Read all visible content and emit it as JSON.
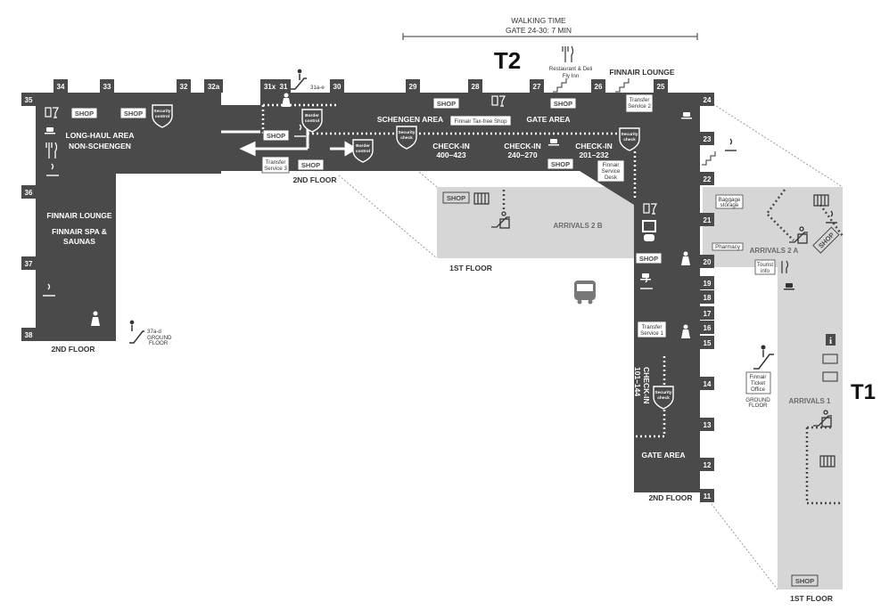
{
  "colors": {
    "terminal": "#4a4a4a",
    "arrivals": "#d6d6d6",
    "label_white": "#ffffff"
  },
  "walking": {
    "title": "WALKING TIME",
    "value": "GATE 24-30: 7 MIN"
  },
  "terminals": {
    "t2": "T2",
    "t1": "T1"
  },
  "restaurant": {
    "line1": "Restaurant & Deli",
    "line2": "Fly Inn",
    "icon": "fork-knife-icon"
  },
  "lounges": {
    "finnair_lounge_top": "FINNAIR LOUNGE",
    "finnair_lounge_left": "FINNAIR LOUNGE",
    "spa_line1": "FINNAIR SPA &",
    "spa_line2": "SAUNAS"
  },
  "areas": {
    "longhaul_line1": "LONG-HAUL AREA",
    "longhaul_line2": "NON-SCHENGEN",
    "schengen": "SCHENGEN AREA",
    "gate_area_top": "GATE AREA",
    "gate_area_bottom": "GATE AREA",
    "checkin_a_1": "CHECK-IN",
    "checkin_a_2": "400–423",
    "checkin_b_1": "CHECK-IN",
    "checkin_b_2": "240–270",
    "checkin_c_1": "CHECK-IN",
    "checkin_c_2": "201–232",
    "checkin_d_1": "CHECK-IN",
    "checkin_d_2": "101–144",
    "arrivals2b": "ARRIVALS 2 B",
    "arrivals2a": "ARRIVALS 2 A",
    "arrivals1": "ARRIVALS 1"
  },
  "floors": {
    "second_left": "2ND FLOOR",
    "second_mid": "2ND FLOOR",
    "second_right": "2ND FLOOR",
    "first_mid": "1ST FLOOR",
    "first_right": "1ST FLOOR"
  },
  "ground_floor": {
    "label_37": "37a-d",
    "ground": "GROUND",
    "floor": "FLOOR",
    "g31": "31a-e"
  },
  "services": {
    "finnair_taxfree": "Finnair Tax-free Shop",
    "transfer2_1": "Transfer",
    "transfer2_2": "Service 2",
    "transfer3_1": "Transfer",
    "transfer3_2": "Service 3",
    "transfer1_1": "Transfer",
    "transfer1_2": "Service 1",
    "fsd_1": "Finnair",
    "fsd_2": "Service",
    "fsd_3": "Desk",
    "baggage_1": "Baggage",
    "baggage_2": "storage",
    "pharmacy": "Pharmacy",
    "tourist_1": "Tourist",
    "tourist_2": "info",
    "ticket_1": "Finnair",
    "ticket_2": "Ticket",
    "ticket_3": "Office",
    "ticket_ground": "GROUND",
    "ticket_floor": "FLOOR"
  },
  "badges": {
    "security": "Security",
    "control": "control",
    "check": "check",
    "border": "Border"
  },
  "shop": "SHOP",
  "gates": {
    "g35": "35",
    "g34": "34",
    "g33": "33",
    "g32": "32",
    "g32a": "32a",
    "g31x": "31x",
    "g31": "31",
    "g30": "30",
    "g29": "29",
    "g28": "28",
    "g27": "27",
    "g26": "26",
    "g25": "25",
    "g24": "24",
    "g23": "23",
    "g22": "22",
    "g21": "21",
    "g20": "20",
    "g19": "19",
    "g18": "18",
    "g17": "17",
    "g16": "16",
    "g15": "15",
    "g14": "14",
    "g13": "13",
    "g12": "12",
    "g11": "11",
    "g36": "36",
    "g37": "37",
    "g38": "38"
  },
  "icons": [
    "fork-knife-icon",
    "coffee-cup-icon",
    "drink-glass-icon",
    "smoking-icon",
    "baby-care-icon",
    "escalator-icon",
    "bus-icon",
    "baggage-icon",
    "customs-icon",
    "info-icon",
    "shop-icon"
  ]
}
